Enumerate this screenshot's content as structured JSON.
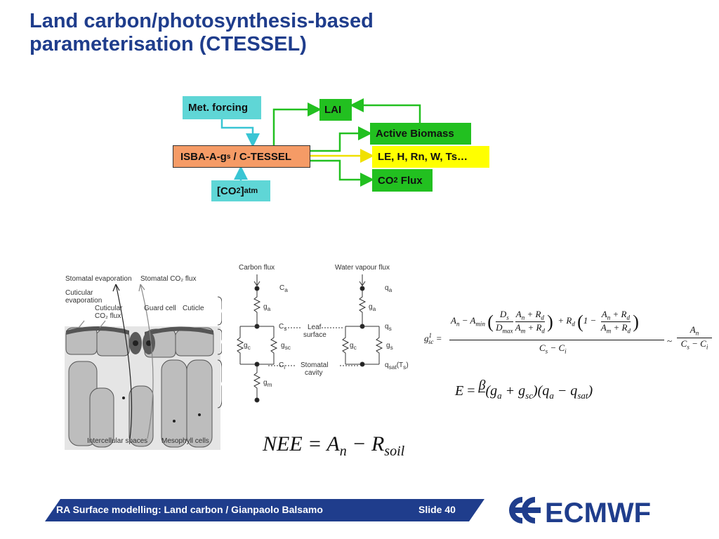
{
  "title": {
    "line1": "Land carbon/photosynthesis-based",
    "line2": "parameterisation (CTESSEL)"
  },
  "flowchart": {
    "met_forcing": "Met. forcing",
    "isba_prefix": "ISBA-A-g",
    "isba_sub": "s",
    "isba_suffix": " / C-TESSEL",
    "co2_atm_prefix": "[CO",
    "co2_atm_sub": "2",
    "co2_atm_mid": "]",
    "co2_atm_sub2": "atm",
    "lai": "LAI",
    "active_biomass": "Active Biomass",
    "outputs": "LE, H, Rn, W, Ts…",
    "co2_flux_prefix": "CO",
    "co2_flux_sub": "2",
    "co2_flux_suffix": " Flux",
    "colors": {
      "cyan": "#5fd6d6",
      "orange": "#f59b66",
      "green": "#22c020",
      "yellow": "#ffff00"
    }
  },
  "stomata_figure": {
    "stomatal_evaporation": "Stomatal evaporation",
    "stomatal_co2_flux": "Stomatal CO₂ flux",
    "cuticular_evaporation_1": "Cuticular",
    "cuticular_evaporation_2": "evaporation",
    "cuticular_co2_1": "Cuticular",
    "cuticular_co2_2": "CO₂ flux",
    "guard_cell": "Guard cell",
    "cuticle": "Cuticle",
    "intercellular_spaces": "Intercellular spaces",
    "mesophyll_cells": "Mesophyll cells"
  },
  "circuit_figure": {
    "carbon_flux": "Carbon flux",
    "water_vapour_flux": "Water vapour flux",
    "ca": "C",
    "ca_sub": "a",
    "qa": "q",
    "qa_sub": "a",
    "ga": "g",
    "ga_sub": "a",
    "cs": "C",
    "cs_sub": "s",
    "qs": "q",
    "qs_sub": "s",
    "leaf_surface_1": "Leaf",
    "leaf_surface_2": "surface",
    "gc": "g",
    "gc_sub": "c",
    "gsc": "g",
    "gsc_sub": "sc",
    "gs": "g",
    "gs_sub": "s",
    "ci": "C",
    "ci_sub": "i",
    "stomatal_cavity_1": "Stomatal",
    "stomatal_cavity_2": "cavity",
    "qsat": "q",
    "qsat_sub": "sat",
    "qsat_suffix": "(T",
    "qsat_ts_sub": "s",
    "qsat_close": ")",
    "gm": "g",
    "gm_sub": "m"
  },
  "equations": {
    "gsc1_lhs": "g",
    "gsc1_sup": "1",
    "gsc1_sub": "sc",
    "gsc1_text": "= [Aₙ − Aₘᵢₙ(Dₛ/Dₘₐₓ · (Aₙ+Rᵈ)/(Aₘ+Rᵈ)) + Rᵈ(1 − (Aₙ+Rᵈ)/(Aₘ+Rᵈ))] / (Cₛ − Cᵢ) ~ Aₙ/(Cₛ − Cᵢ)",
    "num_an": "A",
    "num_an_sub": "n",
    "num_minus": " − A",
    "num_amin_sub": "min",
    "ds": "D",
    "ds_sub": "s",
    "dmax": "D",
    "dmax_sub": "max",
    "anrd_num": "A",
    "anrd_num_sub": "n",
    "plus_r": " + R",
    "rd_sub": "d",
    "am": "A",
    "am_sub": "m",
    "plus_rd_mid": " + R",
    "one_minus": "1 − ",
    "cs": "C",
    "cs_sub": "s",
    "minus_ci": " − C",
    "ci_sub": "i",
    "approx": "~",
    "e_eq_lhs": "E",
    "e_eq_equals": " = ",
    "beta": "β",
    "e_eq_rest_open": "(g",
    "ga_sub": "a",
    "plus_g": " + g",
    "gsc_sub": "sc",
    "mid": ")(q",
    "qa_sub": "a",
    "minus_q": " − q",
    "qsat_sub": "sat",
    "close": ")",
    "nee_lhs": "NEE",
    "nee_eq": " = A",
    "nee_an_sub": "n",
    "nee_minus": " − R",
    "nee_soil_sub": "soil"
  },
  "footer": {
    "left_text": "RA Surface modelling: Land carbon / Gianpaolo Balsamo",
    "slide": "Slide 40",
    "logo_text": "ECMWF",
    "bar_color": "#1f3d8c"
  }
}
